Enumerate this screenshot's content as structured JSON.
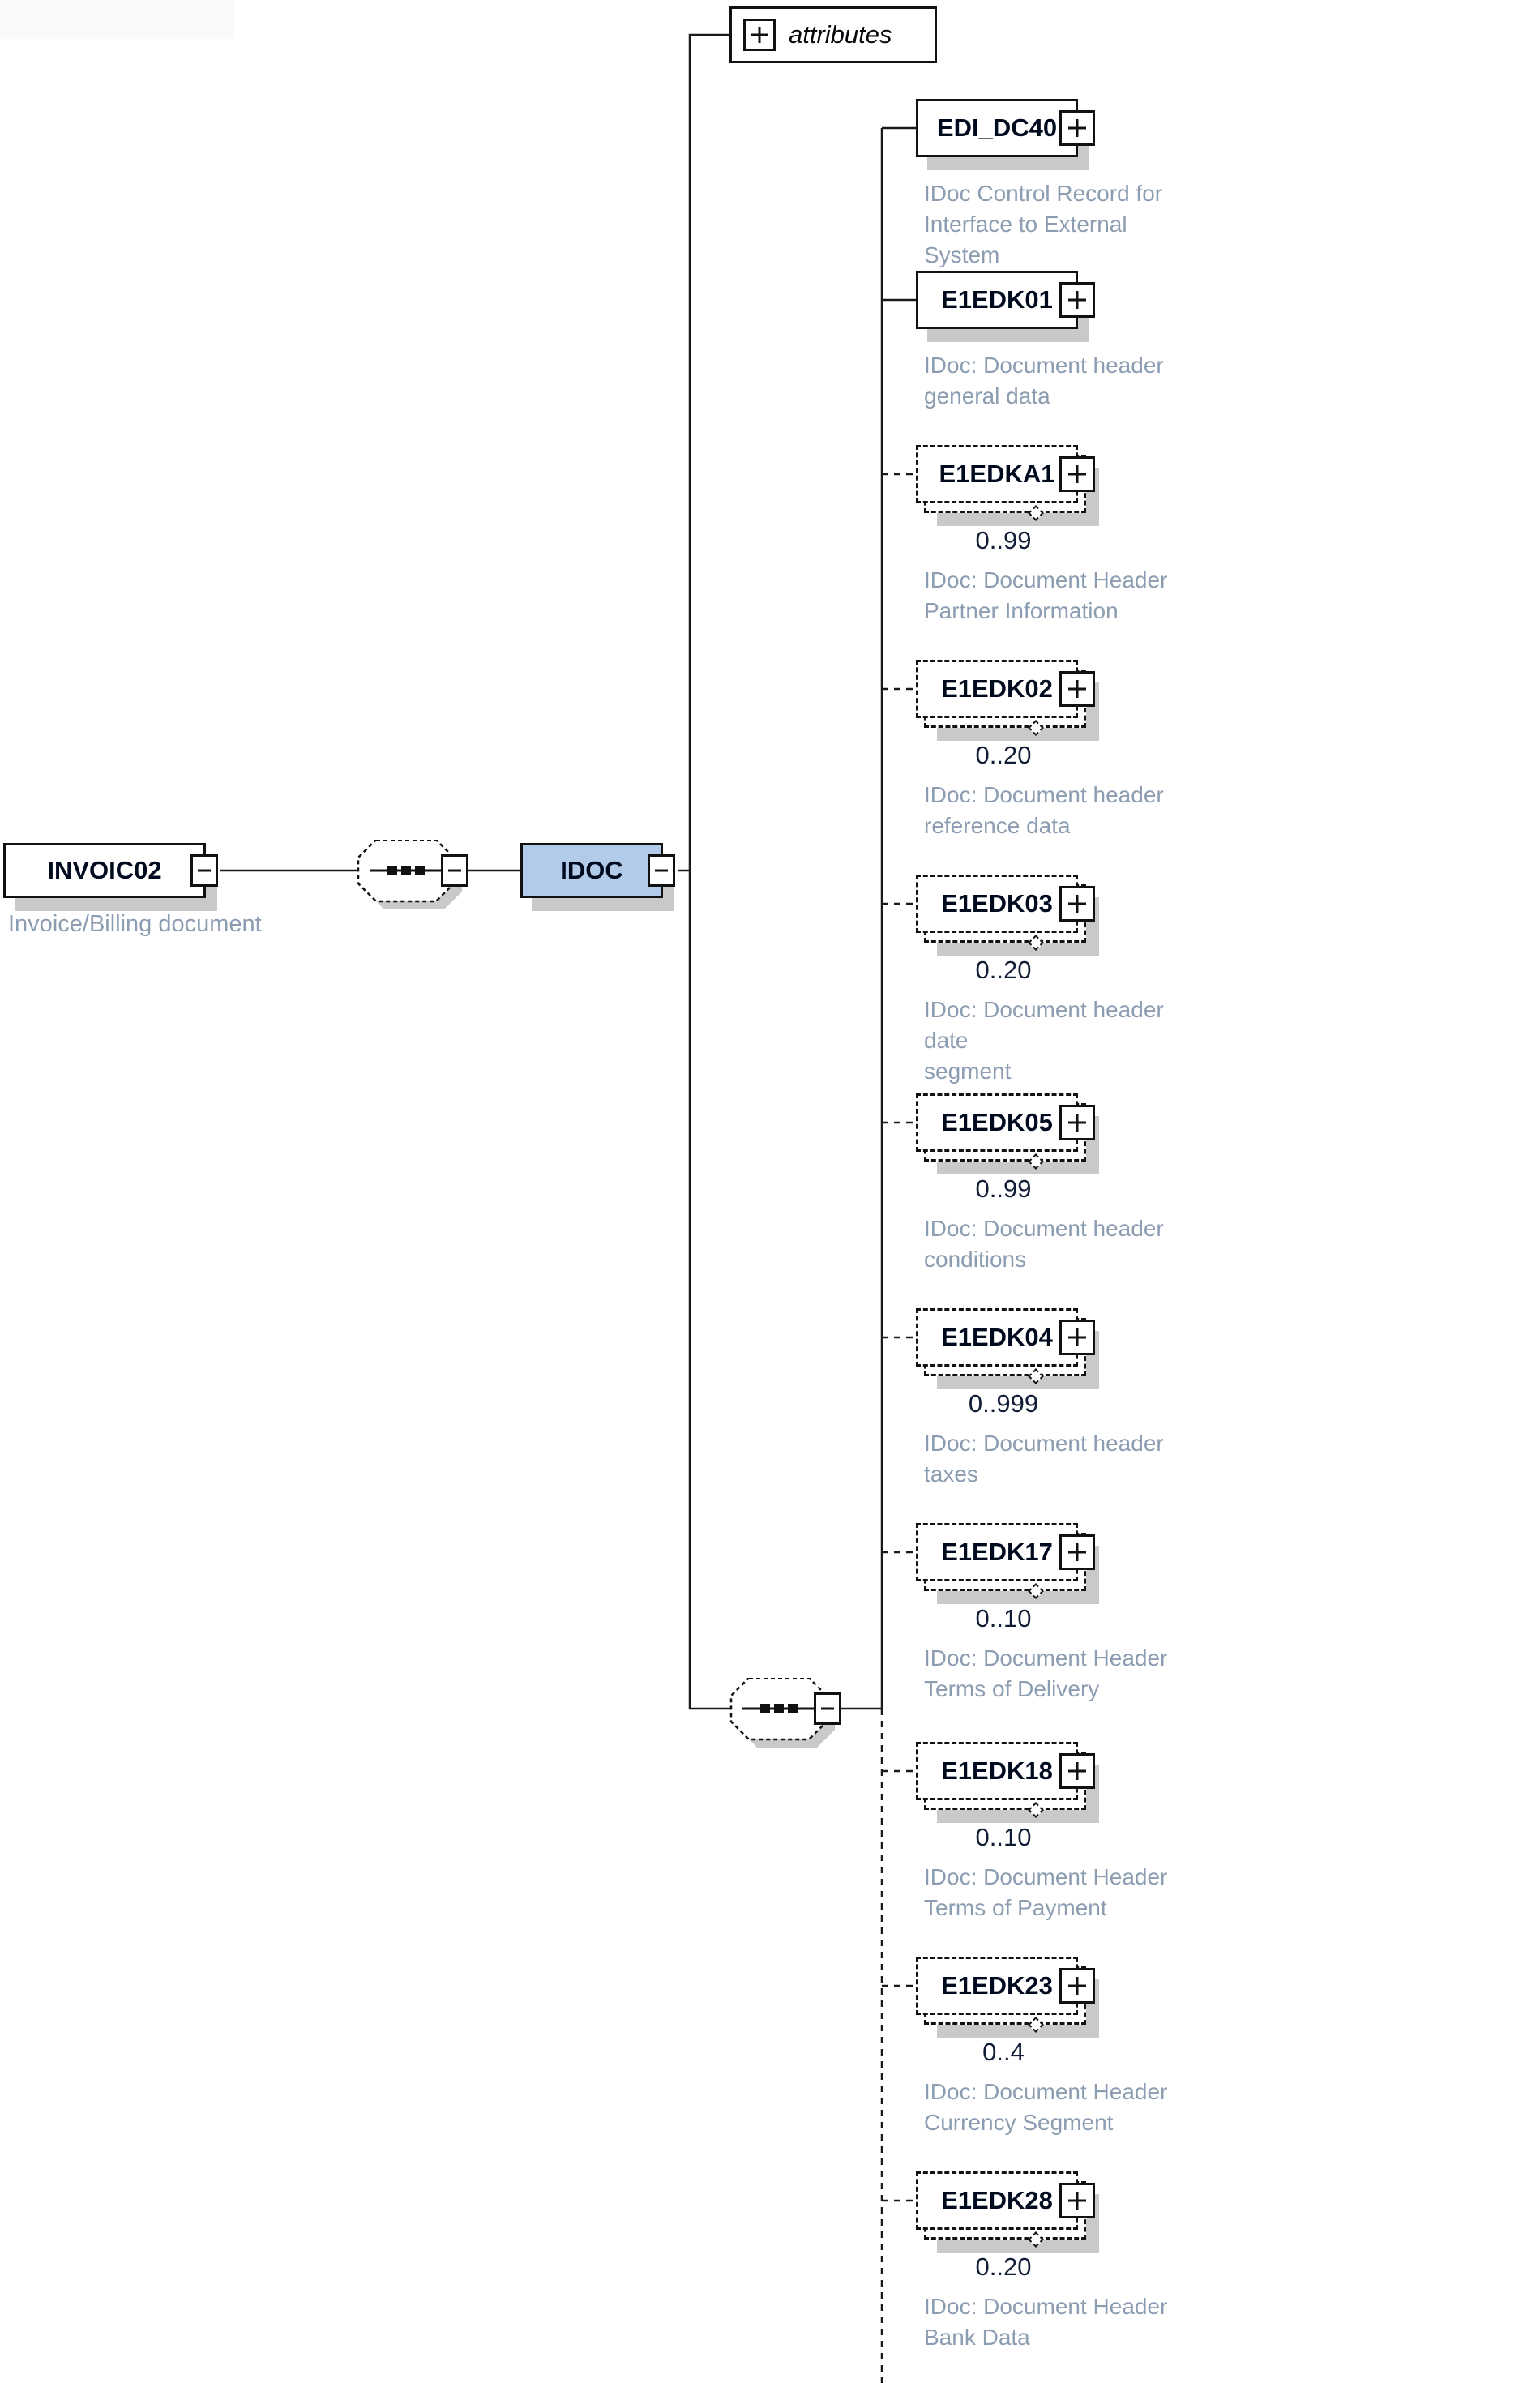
{
  "root": {
    "name": "INVOIC02",
    "annotation": "Invoice/Billing document"
  },
  "idoc": {
    "name": "IDOC"
  },
  "attributes": {
    "label": "attributes"
  },
  "segments": [
    {
      "name": "EDI_DC40",
      "occurs": "",
      "optional": false,
      "desc": "IDoc Control Record for\nInterface to External System"
    },
    {
      "name": "E1EDK01",
      "occurs": "",
      "optional": false,
      "desc": "IDoc: Document header\ngeneral data"
    },
    {
      "name": "E1EDKA1",
      "occurs": "0..99",
      "optional": true,
      "desc": "IDoc: Document Header\nPartner Information"
    },
    {
      "name": "E1EDK02",
      "occurs": "0..20",
      "optional": true,
      "desc": "IDoc: Document header\nreference data"
    },
    {
      "name": "E1EDK03",
      "occurs": "0..20",
      "optional": true,
      "desc": "IDoc: Document header date\nsegment"
    },
    {
      "name": "E1EDK05",
      "occurs": "0..99",
      "optional": true,
      "desc": "IDoc: Document header\nconditions"
    },
    {
      "name": "E1EDK04",
      "occurs": "0..999",
      "optional": true,
      "desc": "IDoc: Document header\ntaxes"
    },
    {
      "name": "E1EDK17",
      "occurs": "0..10",
      "optional": true,
      "desc": "IDoc: Document Header\nTerms of Delivery"
    },
    {
      "name": "E1EDK18",
      "occurs": "0..10",
      "optional": true,
      "desc": "IDoc: Document Header\nTerms of Payment"
    },
    {
      "name": "E1EDK23",
      "occurs": "0..4",
      "optional": true,
      "desc": "IDoc: Document Header\nCurrency Segment"
    },
    {
      "name": "E1EDK28",
      "occurs": "0..20",
      "optional": true,
      "desc": "IDoc: Document Header\nBank Data"
    }
  ],
  "colors": {
    "idoc_fill": "#b1cbe9",
    "shadow": "#c9c9c9",
    "description_text": "#8c9db2",
    "line": "#1a1a1a"
  }
}
